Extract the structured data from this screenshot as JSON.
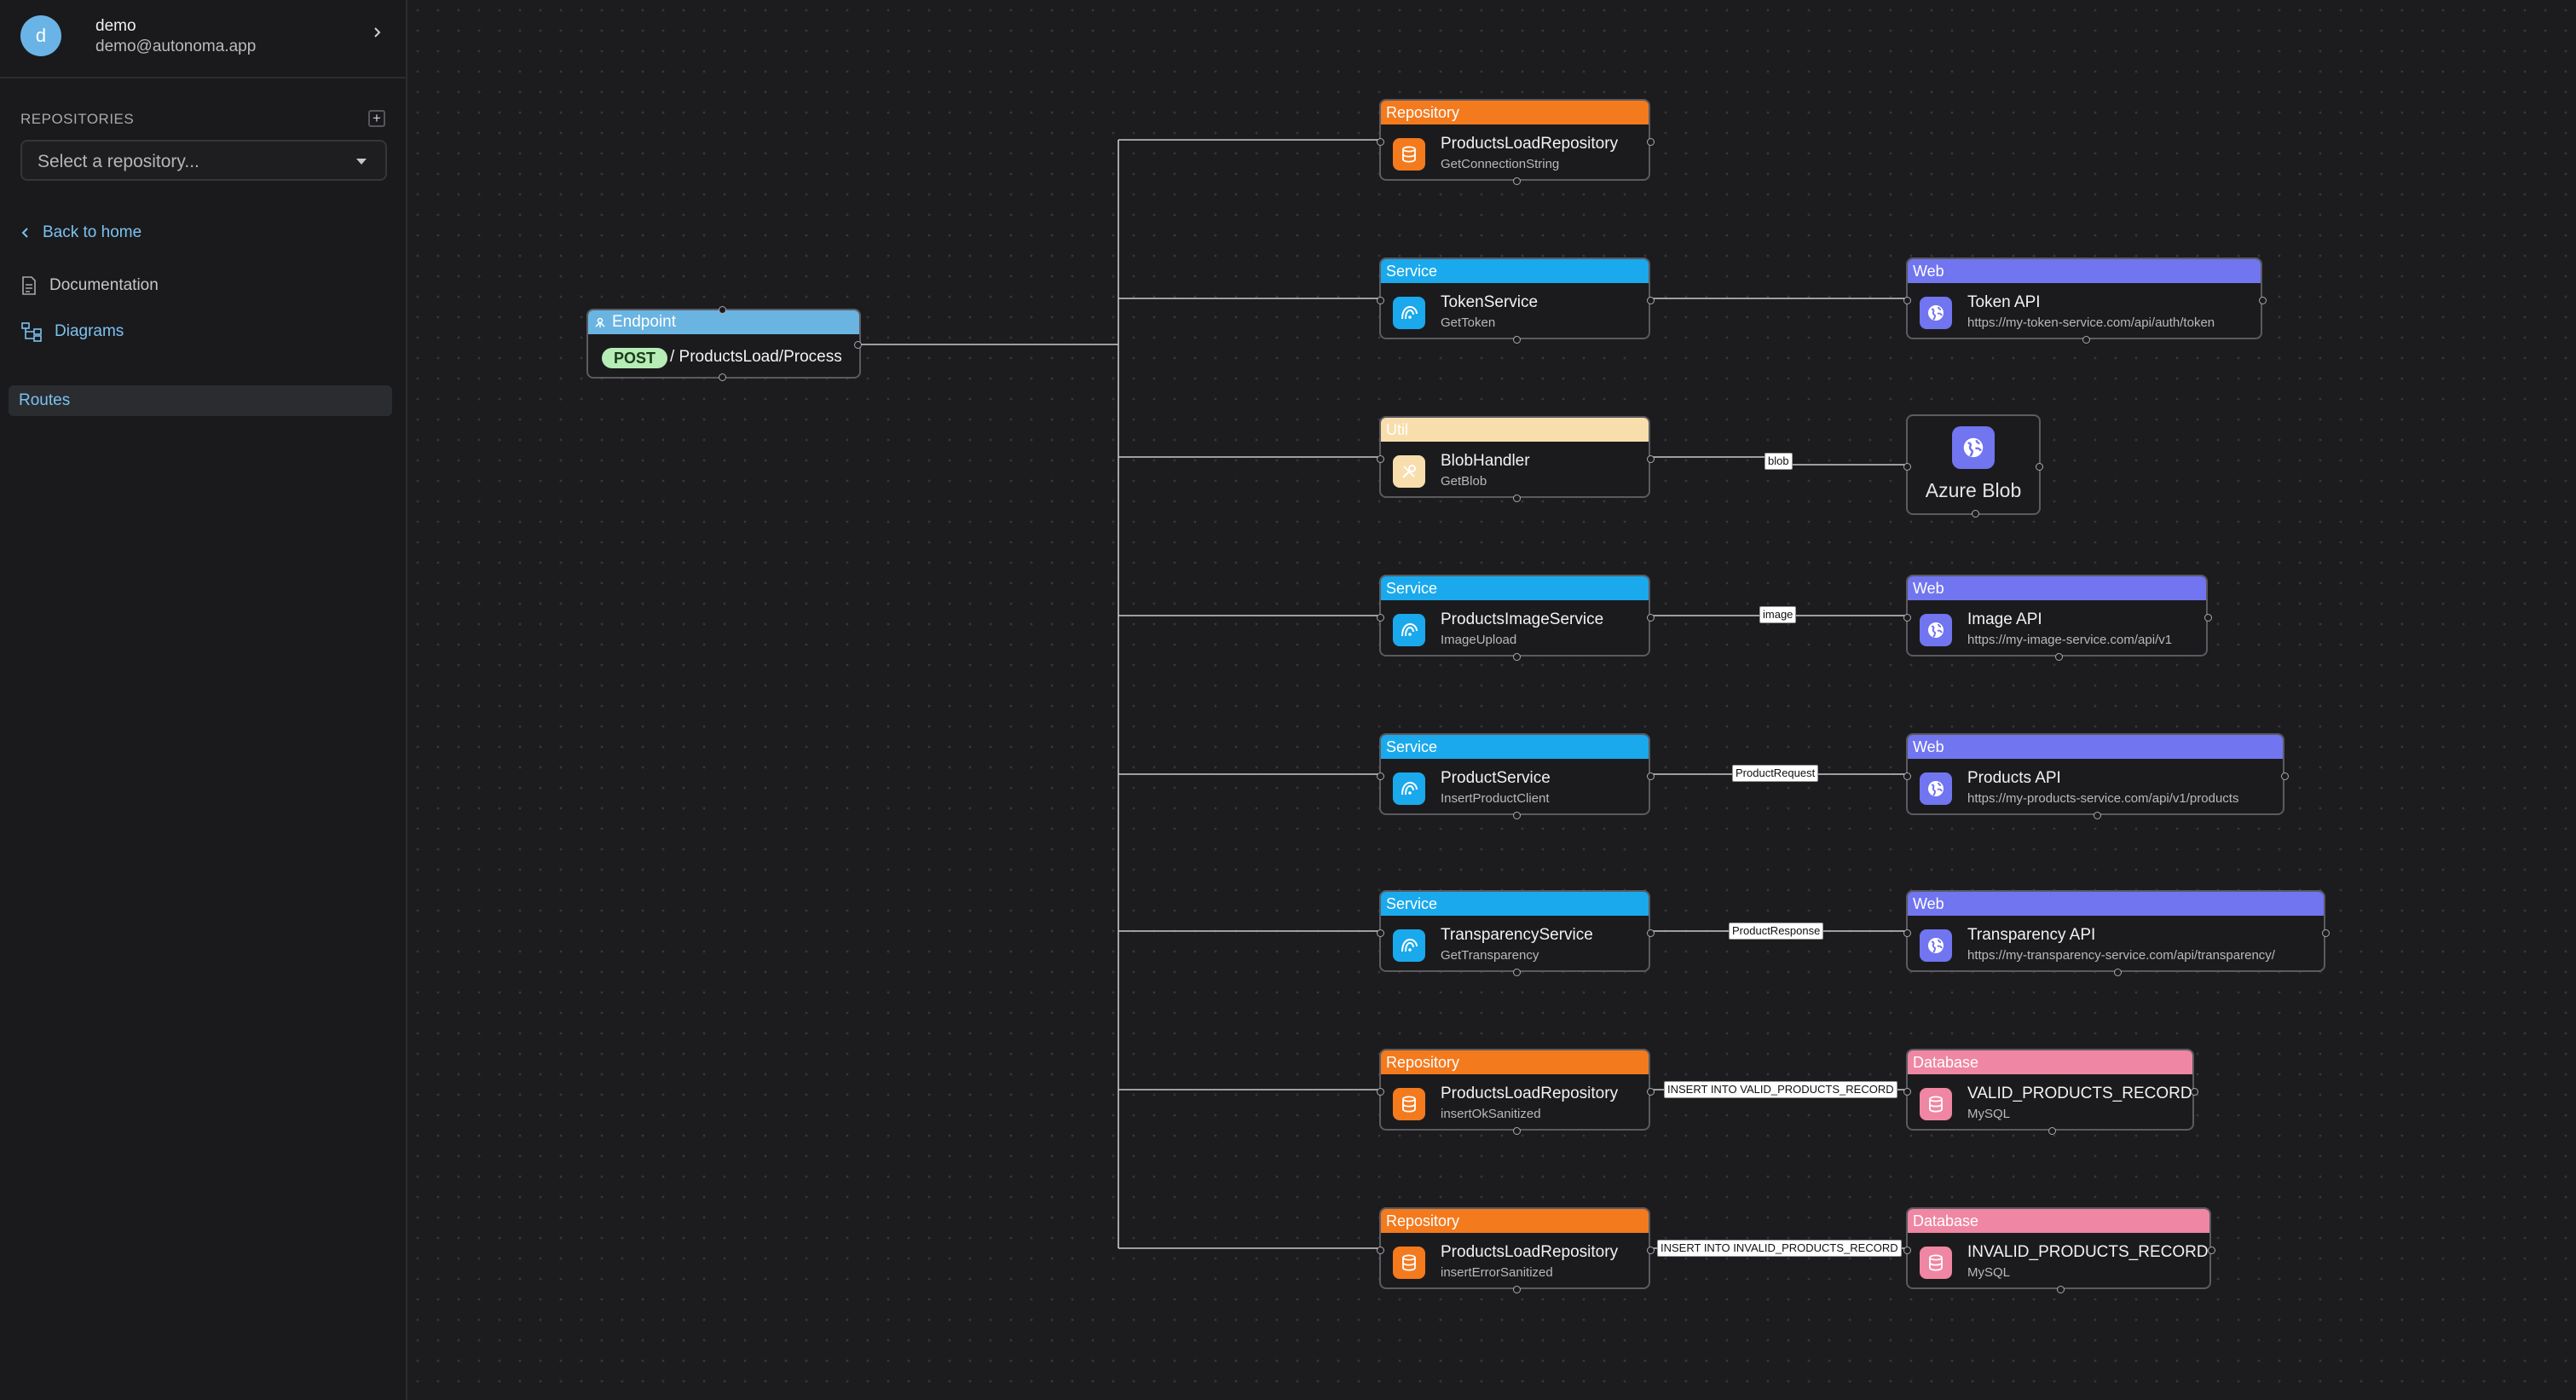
{
  "user": {
    "initial": "d",
    "name": "demo",
    "email": "demo@autonoma.app"
  },
  "sidebar": {
    "repositories_heading": "REPOSITORIES",
    "repo_select_placeholder": "Select a repository...",
    "nav": {
      "back": "Back to home",
      "documentation": "Documentation",
      "diagrams": "Diagrams"
    },
    "routes_item": "Routes"
  },
  "colors": {
    "endpoint": "#6ab4e2",
    "repository": "#f47a1e",
    "service": "#1aa9ec",
    "util": "#f8deac",
    "web": "#7175f0",
    "database": "#ef86a3",
    "method_badge": "#b6ecb5"
  },
  "diagram": {
    "endpoint": {
      "header": "Endpoint",
      "method": "POST",
      "path": "/ ProductsLoad/Process"
    },
    "nodes": [
      {
        "id": "n1",
        "kind": "repository",
        "header": "Repository",
        "title": "ProductsLoadRepository",
        "subtitle": "GetConnectionString",
        "icon": "database-icon"
      },
      {
        "id": "n2",
        "kind": "service",
        "header": "Service",
        "title": "TokenService",
        "subtitle": "GetToken",
        "icon": "service-icon"
      },
      {
        "id": "n3",
        "kind": "util",
        "header": "Util",
        "title": "BlobHandler",
        "subtitle": "GetBlob",
        "icon": "tools-icon"
      },
      {
        "id": "n4",
        "kind": "service",
        "header": "Service",
        "title": "ProductsImageService",
        "subtitle": "ImageUpload",
        "icon": "service-icon"
      },
      {
        "id": "n5",
        "kind": "service",
        "header": "Service",
        "title": "ProductService",
        "subtitle": "InsertProductClient",
        "icon": "service-icon"
      },
      {
        "id": "n6",
        "kind": "service",
        "header": "Service",
        "title": "TransparencyService",
        "subtitle": "GetTransparency",
        "icon": "service-icon"
      },
      {
        "id": "n7",
        "kind": "repository",
        "header": "Repository",
        "title": "ProductsLoadRepository",
        "subtitle": "insertOkSanitized",
        "icon": "database-icon"
      },
      {
        "id": "n8",
        "kind": "repository",
        "header": "Repository",
        "title": "ProductsLoadRepository",
        "subtitle": "insertErrorSanitized",
        "icon": "database-icon"
      }
    ],
    "targets": [
      {
        "id": "t2",
        "kind": "web",
        "header": "Web",
        "title": "Token API",
        "subtitle": "https://my-token-service.com/api/auth/token",
        "icon": "globe-icon",
        "edge_label": ""
      },
      {
        "id": "t3",
        "kind": "external",
        "header": "",
        "title": "Azure Blob",
        "subtitle": "",
        "icon": "globe-icon",
        "edge_label": "blob"
      },
      {
        "id": "t4",
        "kind": "web",
        "header": "Web",
        "title": "Image API",
        "subtitle": "https://my-image-service.com/api/v1",
        "icon": "globe-icon",
        "edge_label": "image"
      },
      {
        "id": "t5",
        "kind": "web",
        "header": "Web",
        "title": "Products API",
        "subtitle": "https://my-products-service.com/api/v1/products",
        "icon": "globe-icon",
        "edge_label": "ProductRequest"
      },
      {
        "id": "t6",
        "kind": "web",
        "header": "Web",
        "title": "Transparency API",
        "subtitle": "https://my-transparency-service.com/api/transparency/",
        "icon": "globe-icon",
        "edge_label": "ProductResponse"
      },
      {
        "id": "t7",
        "kind": "database",
        "header": "Database",
        "title": "VALID_PRODUCTS_RECORD",
        "subtitle": "MySQL",
        "icon": "database-icon",
        "edge_label": "INSERT INTO VALID_PRODUCTS_RECORD"
      },
      {
        "id": "t8",
        "kind": "database",
        "header": "Database",
        "title": "INVALID_PRODUCTS_RECORD",
        "subtitle": "MySQL",
        "icon": "database-icon",
        "edge_label": "INSERT INTO INVALID_PRODUCTS_RECORD"
      }
    ]
  }
}
